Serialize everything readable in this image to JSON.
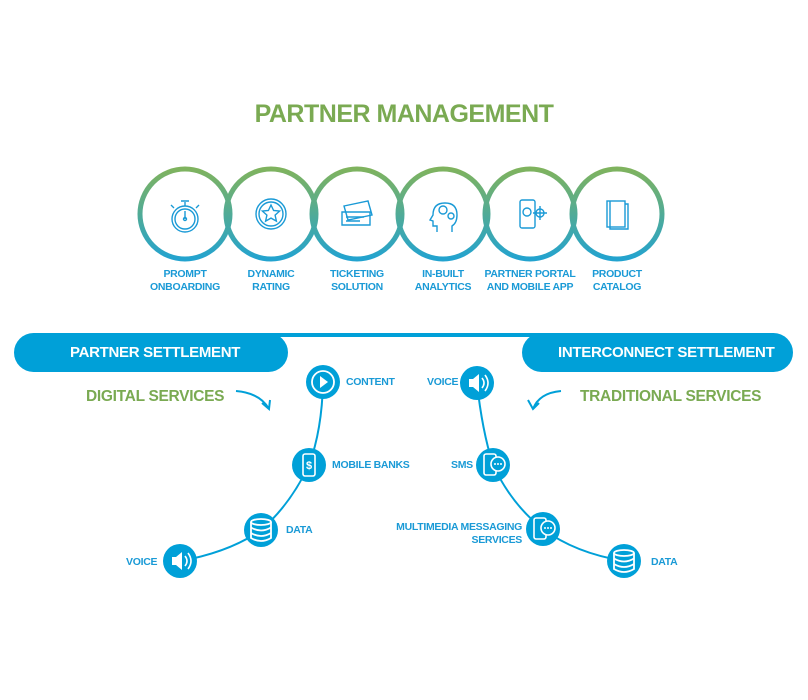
{
  "title": "PARTNER MANAGEMENT",
  "features": [
    {
      "label1": "PROMPT",
      "label2": "ONBOARDING",
      "icon": "stopwatch-icon"
    },
    {
      "label1": "DYNAMIC",
      "label2": "RATING",
      "icon": "star-badge-icon"
    },
    {
      "label1": "TICKETING",
      "label2": "SOLUTION",
      "icon": "tickets-icon"
    },
    {
      "label1": "IN-BUILT",
      "label2": "ANALYTICS",
      "icon": "brain-gears-icon"
    },
    {
      "label1": "PARTNER PORTAL",
      "label2": "AND MOBILE APP",
      "icon": "mobile-gear-icon"
    },
    {
      "label1": "PRODUCT",
      "label2": "CATALOG",
      "icon": "catalog-book-icon"
    }
  ],
  "partner_settlement": {
    "label": "PARTNER SETTLEMENT",
    "category": "DIGITAL SERVICES",
    "nodes": [
      {
        "label": "CONTENT",
        "icon": "play-icon"
      },
      {
        "label": "MOBILE BANKS",
        "icon": "mobile-dollar-icon"
      },
      {
        "label": "DATA",
        "icon": "database-icon"
      },
      {
        "label": "VOICE",
        "icon": "speaker-icon"
      }
    ]
  },
  "interconnect_settlement": {
    "label": "INTERCONNECT SETTLEMENT",
    "category": "TRADITIONAL SERVICES",
    "nodes": [
      {
        "label": "VOICE",
        "icon": "speaker-icon"
      },
      {
        "label": "SMS",
        "icon": "mobile-chat-icon"
      },
      {
        "label1": "MULTIMEDIA MESSAGING",
        "label2": "SERVICES",
        "icon": "mobile-chat-icon"
      },
      {
        "label": "DATA",
        "icon": "database-icon"
      }
    ]
  },
  "colors": {
    "green": "#7aaa52",
    "blue": "#00a0d8"
  }
}
